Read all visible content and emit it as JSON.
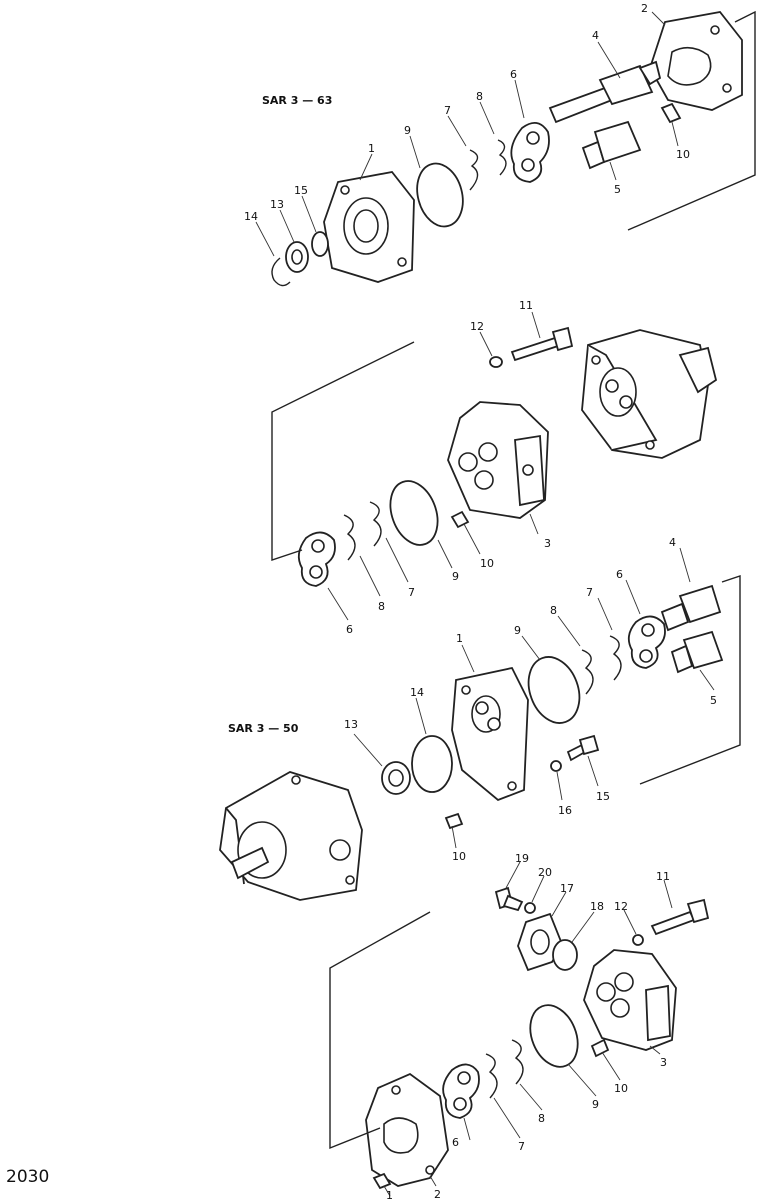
{
  "figure": {
    "page_number": "2030",
    "assemblies": [
      {
        "title": "SAR 3 — 63",
        "icon": "gear-pump-exploded-view"
      },
      {
        "title": "SAR 3 — 50",
        "icon": "gear-pump-assembly"
      }
    ]
  },
  "callouts": {
    "top": [
      "1",
      "2",
      "4",
      "5",
      "6",
      "7",
      "8",
      "9",
      "10",
      "13",
      "14",
      "15"
    ],
    "middle": [
      "11",
      "12",
      "3",
      "10",
      "9",
      "7",
      "8",
      "6"
    ],
    "lower": [
      "1",
      "4",
      "5",
      "6",
      "7",
      "8",
      "9",
      "13",
      "14",
      "15",
      "16",
      "10"
    ],
    "bottom": [
      "19",
      "20",
      "17",
      "18",
      "11",
      "12",
      "3",
      "10",
      "9",
      "8",
      "7",
      "6",
      "2",
      "1"
    ]
  }
}
